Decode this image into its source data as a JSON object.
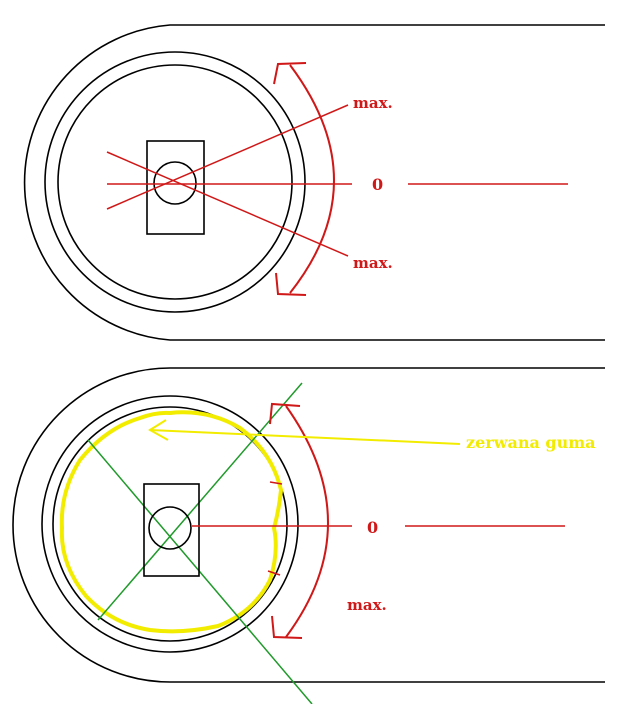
{
  "colors": {
    "outline": "#000000",
    "red": "#d01818",
    "green": "#1f9a2a",
    "yellow": "#f2ec00"
  },
  "top_diagram": {
    "label_max_upper": "max.",
    "label_zero": "0",
    "label_max_lower": "max."
  },
  "bottom_diagram": {
    "label_zero": "0",
    "label_max": "max.",
    "annotation": "zerwana guma"
  }
}
